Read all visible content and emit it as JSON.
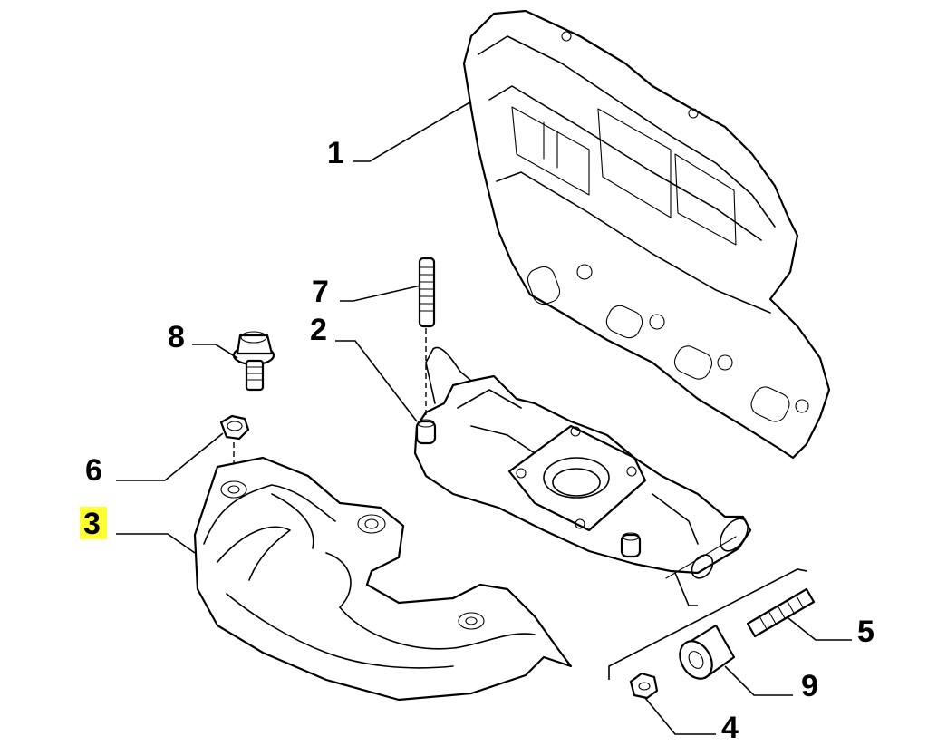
{
  "callouts": [
    {
      "id": "1",
      "label": "1"
    },
    {
      "id": "2",
      "label": "2"
    },
    {
      "id": "3",
      "label": "3",
      "highlighted": true
    },
    {
      "id": "4",
      "label": "4"
    },
    {
      "id": "5",
      "label": "5"
    },
    {
      "id": "6",
      "label": "6"
    },
    {
      "id": "7",
      "label": "7"
    },
    {
      "id": "8",
      "label": "8"
    },
    {
      "id": "9",
      "label": "9"
    }
  ],
  "colors": {
    "line": "#000000",
    "background": "#ffffff",
    "highlight": "#ffff33"
  }
}
